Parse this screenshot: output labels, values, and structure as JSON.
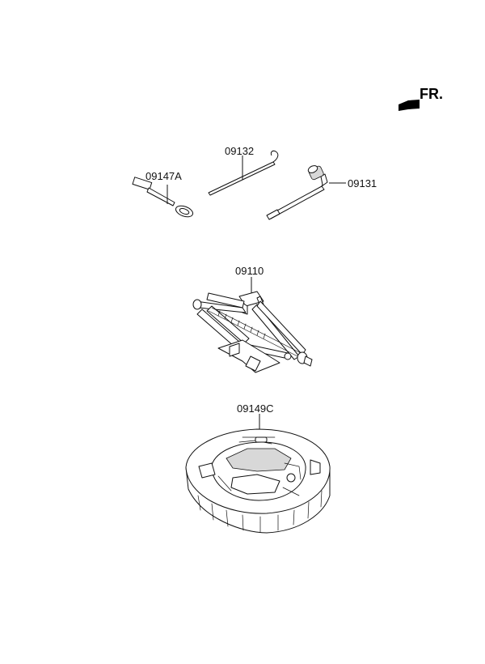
{
  "direction_label": "FR.",
  "parts": [
    {
      "part_number": "09147A"
    },
    {
      "part_number": "09132"
    },
    {
      "part_number": "09131"
    },
    {
      "part_number": "09110"
    },
    {
      "part_number": "09149C"
    }
  ],
  "colors": {
    "ink": "#111111",
    "background": "#ffffff"
  },
  "icons": [
    "front-direction-arrow-icon"
  ]
}
